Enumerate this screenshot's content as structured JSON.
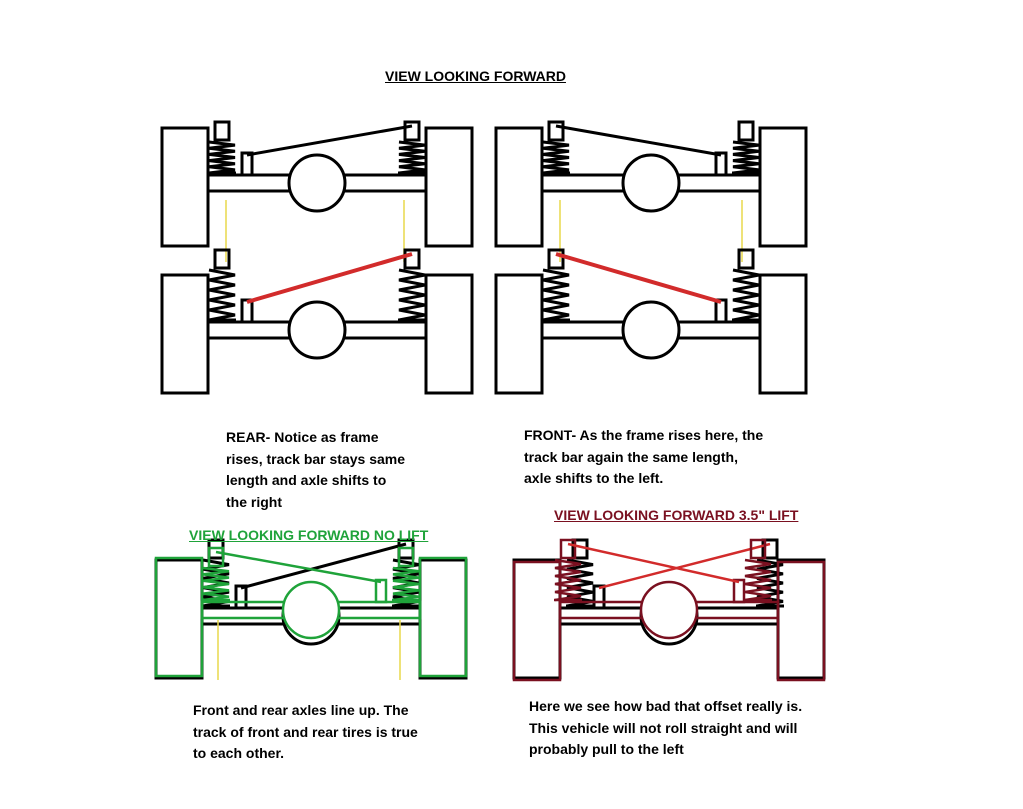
{
  "main_title": "VIEW LOOKING FORWARD",
  "no_lift_title": "VIEW LOOKING FORWARD NO LIFT",
  "lift_title": "VIEW LOOKING FORWARD 3.5\" LIFT",
  "captions": {
    "rear": [
      "REAR- Notice as frame",
      "rises, track bar stays same",
      "length and axle shifts to",
      "the right"
    ],
    "front": [
      "FRONT- As the frame rises here, the",
      "track bar again the same length,",
      "axle shifts to the left."
    ],
    "no_lift": [
      "Front and rear axles line up. The",
      "track of front and rear tires is true",
      "to each other."
    ],
    "lift": [
      "Here we see how bad that offset really is.",
      "This vehicle will not roll straight and will",
      "probably pull to the left"
    ]
  },
  "colors": {
    "ink": "#000000",
    "track_bar_lifted": "#d22b2b",
    "no_lift": "#1fa33a",
    "lift": "#7a1020",
    "alignment_line": "#e8d84a"
  }
}
